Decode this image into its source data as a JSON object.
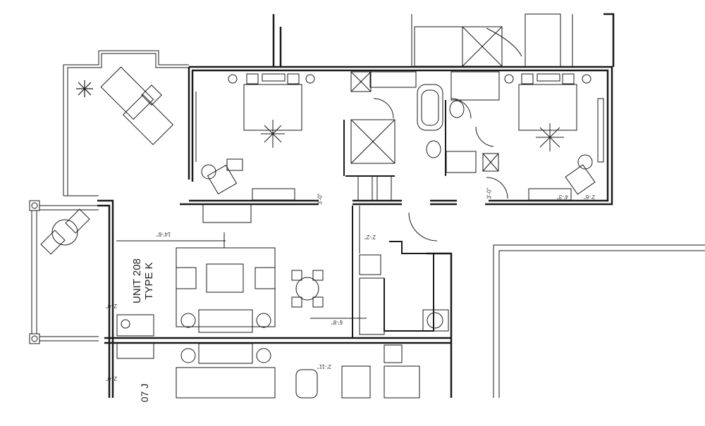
{
  "drawing": {
    "type": "architectural floor plan",
    "colors": {
      "line": "#1a1a1a",
      "background": "#ffffff",
      "wall_fill": "#ffffff"
    },
    "units": [
      {
        "number": "UNIT 208",
        "type": "TYPE K"
      },
      {
        "number": "07",
        "type": "J",
        "partial": true
      }
    ],
    "dimensions": {
      "living_width": "14'-6\"",
      "left_offset_top": "2'-0\"",
      "left_offset_bottom": "2'-0\"",
      "hall_width": "2'-2\"",
      "dining_offset": "6'-8\"",
      "bath_offset": "2'-11\"",
      "bedroom2_a": "4'-3\"",
      "bedroom2_b": "2'-6\"",
      "door_a": "3'-0\"",
      "door_b": "3'-0\""
    }
  }
}
